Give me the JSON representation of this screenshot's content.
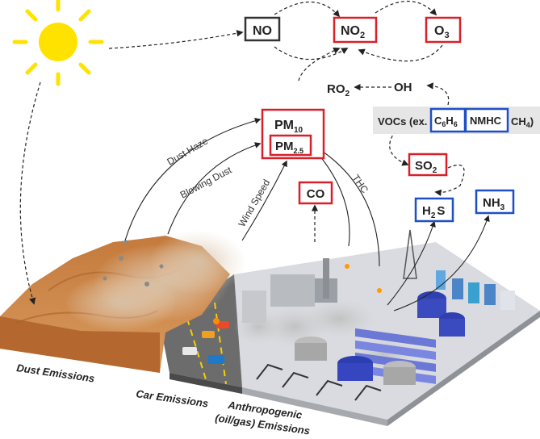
{
  "colors": {
    "red_box": "#d8202a",
    "blue_box": "#1f4fc4",
    "dark_box": "#333333",
    "sun": "#ffe200",
    "desert": "#c98a4f",
    "platform": "#d9dbe0"
  },
  "species": {
    "no": "NO",
    "no2_main": "NO",
    "no2_sub": "2",
    "o3_main": "O",
    "o3_sub": "3",
    "ro2_main": "RO",
    "ro2_sub": "2",
    "oh": "OH",
    "vocs_prefix": "VOCs (ex.",
    "c6h6_c": "C",
    "c6h6_6a": "6",
    "c6h6_h": "H",
    "c6h6_6b": "6",
    "nmhc": "NMHC",
    "ch4_main": "CH",
    "ch4_sub": "4",
    "ch4_close": ")",
    "so2_main": "SO",
    "so2_sub": "2",
    "h2s_h": "H",
    "h2s_sub": "2",
    "h2s_s": "S",
    "nh3_main": "NH",
    "nh3_sub": "3",
    "pm10_main": "PM",
    "pm10_sub": "10",
    "pm25_main": "PM",
    "pm25_sub": "2.5",
    "co": "CO"
  },
  "path_labels": {
    "dust_haze": "Dust Haze",
    "blowing_dust": "Blowing Dust",
    "wind_speed": "Wind Speed",
    "thc": "THC"
  },
  "emission_labels": {
    "dust": "Dust Emissions",
    "car": "Car Emissions",
    "anthro_line1": "Anthropogenic",
    "anthro_line2": "(oil/gas) Emissions"
  },
  "icons": [
    "sun-icon",
    "desert-terrain",
    "dust-cloud",
    "car-road",
    "industrial-plant"
  ]
}
